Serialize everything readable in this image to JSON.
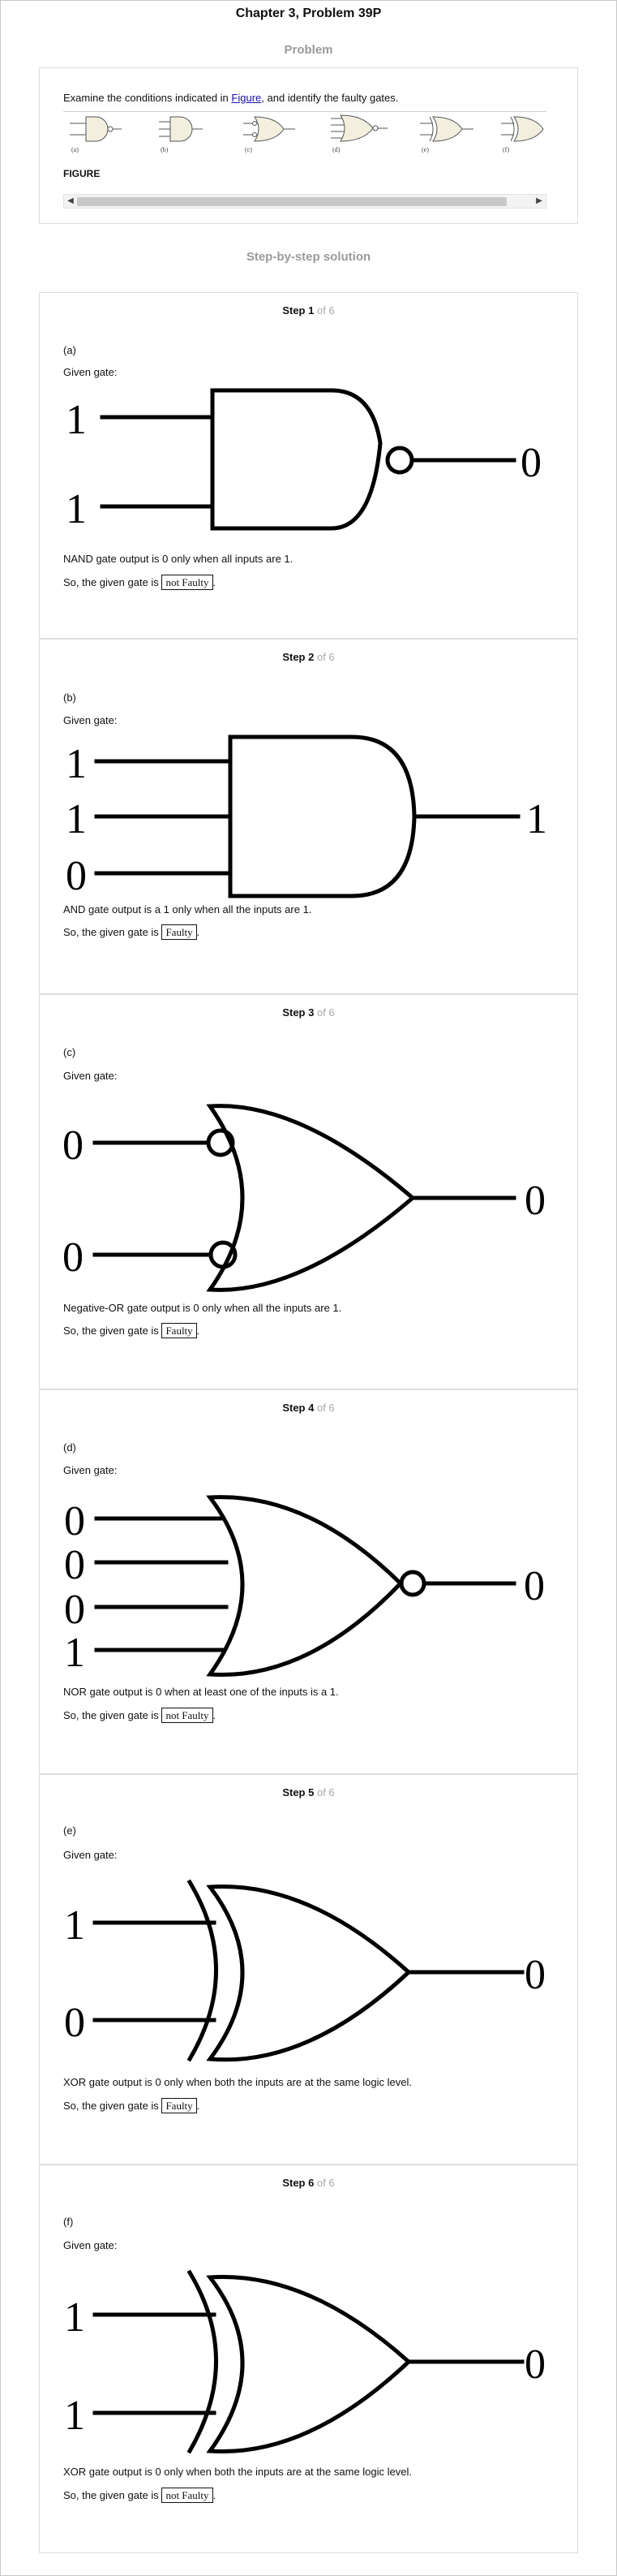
{
  "header": {
    "title": "Chapter 3, Problem 39P"
  },
  "problem": {
    "heading": "Problem",
    "text_before": "Examine the conditions indicated in ",
    "link_text": "Figure",
    "text_after": ", and identify the faulty gates.",
    "figure_label": "FIGURE",
    "figure_parts": [
      "(a)",
      "(b)",
      "(c)",
      "(d)",
      "(e)",
      "(f)"
    ]
  },
  "solution": {
    "heading": "Step-by-step solution",
    "of_text": "of 6",
    "steps": [
      {
        "step_word": "Step 1",
        "part": "(a)",
        "given": "Given gate:",
        "inputs": [
          "1",
          "1"
        ],
        "output": "0",
        "explanation": "NAND gate output is 0 only when all inputs are 1.",
        "conclusion_prefix": "So, the given gate is",
        "answer": "not Faulty",
        "suffix": "."
      },
      {
        "step_word": "Step 2",
        "part": "(b)",
        "given": "Given gate:",
        "inputs": [
          "1",
          "1",
          "0"
        ],
        "output": "1",
        "explanation": "AND gate output is a 1 only when all the inputs are 1.",
        "conclusion_prefix": "So, the given gate is",
        "answer": "Faulty",
        "suffix": "."
      },
      {
        "step_word": "Step 3",
        "part": "(c)",
        "given": "Given gate:",
        "inputs": [
          "0",
          "0"
        ],
        "output": "0",
        "explanation": "Negative-OR gate output is 0 only when all the inputs are 1.",
        "conclusion_prefix": "So, the given gate is",
        "answer": "Faulty",
        "suffix": "."
      },
      {
        "step_word": "Step 4",
        "part": "(d)",
        "given": "Given gate:",
        "inputs": [
          "0",
          "0",
          "0",
          "1"
        ],
        "output": "0",
        "explanation": "NOR gate output is 0 when at least one of the inputs is a 1.",
        "conclusion_prefix": "So, the given gate is",
        "answer": "not Faulty",
        "suffix": "."
      },
      {
        "step_word": "Step 5",
        "part": "(e)",
        "given": "Given gate:",
        "inputs": [
          "1",
          "0"
        ],
        "output": "0",
        "explanation": "XOR gate output is 0 only when both the inputs are at the same logic level.",
        "conclusion_prefix": "So, the given gate is",
        "answer": "Faulty",
        "suffix": "."
      },
      {
        "step_word": "Step 6",
        "part": "(f)",
        "given": "Given gate:",
        "inputs": [
          "1",
          "1"
        ],
        "output": "0",
        "explanation": "XOR gate output is 0 only when both the inputs are at the same logic level.",
        "conclusion_prefix": "So, the given gate is",
        "answer": "not Faulty",
        "suffix": "."
      }
    ]
  },
  "colors": {
    "heading_gray": "#9a9a9a",
    "link": "#1a0dab",
    "border": "#dcdcdc"
  }
}
